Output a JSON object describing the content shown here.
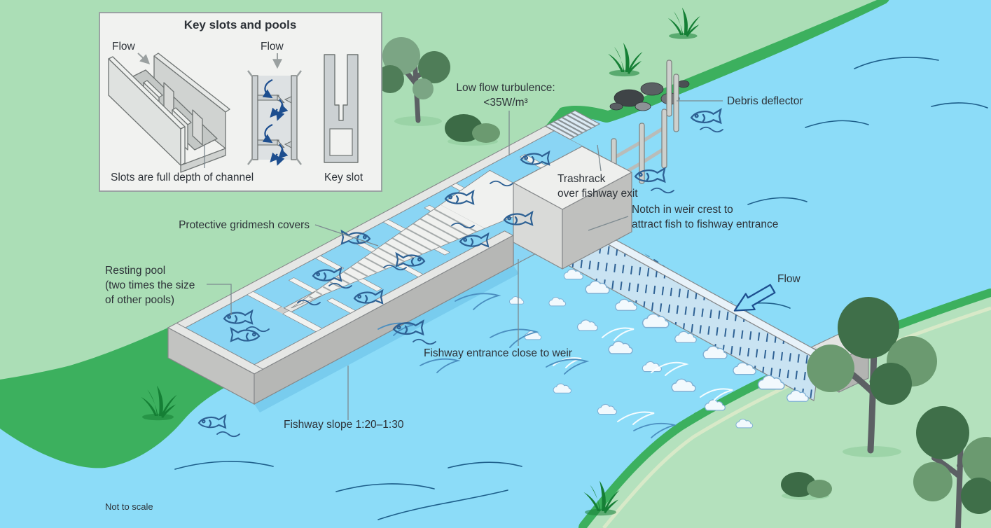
{
  "inset": {
    "title": "Key slots and pools",
    "flow_left": "Flow",
    "flow_mid": "Flow",
    "caption_slots": "Slots are full depth of channel",
    "caption_keyslot": "Key slot"
  },
  "labels": {
    "low_flow_1": "Low flow turbulence:",
    "low_flow_2": "<35W/m³",
    "debris": "Debris deflector",
    "trashrack_1": "Trashrack",
    "trashrack_2": "over fishway exit",
    "notch_1": "Notch in weir crest to",
    "notch_2": "attract fish to fishway entrance",
    "gridmesh": "Protective gridmesh covers",
    "resting_1": "Resting pool",
    "resting_2": "(two times the size",
    "resting_3": "of other pools)",
    "entrance": "Fishway entrance close to weir",
    "slope": "Fishway slope 1:20–1:30",
    "flow": "Flow",
    "not_to_scale": "Not to scale"
  },
  "colors": {
    "water": "#8cdcf8",
    "bank": "#abdeb6",
    "bank_edge": "#3cb05e",
    "concrete_light": "#eeefed",
    "concrete": "#cdcecc",
    "concrete_dark": "#b6b7b5",
    "pool": "#8ad5f4",
    "weir_face": "#c9e3f2",
    "dash_blue": "#2e6194",
    "deep_blue": "#1d4e8f",
    "text": "#2d3238",
    "inset_bg": "#f1f2f0",
    "tree_dark": "#3f6f49",
    "tree_mid": "#6b9a70",
    "trunk": "#5c6064",
    "grass": "#157f35",
    "rock": "#45494c",
    "foam_line": "#7fb0d4"
  }
}
